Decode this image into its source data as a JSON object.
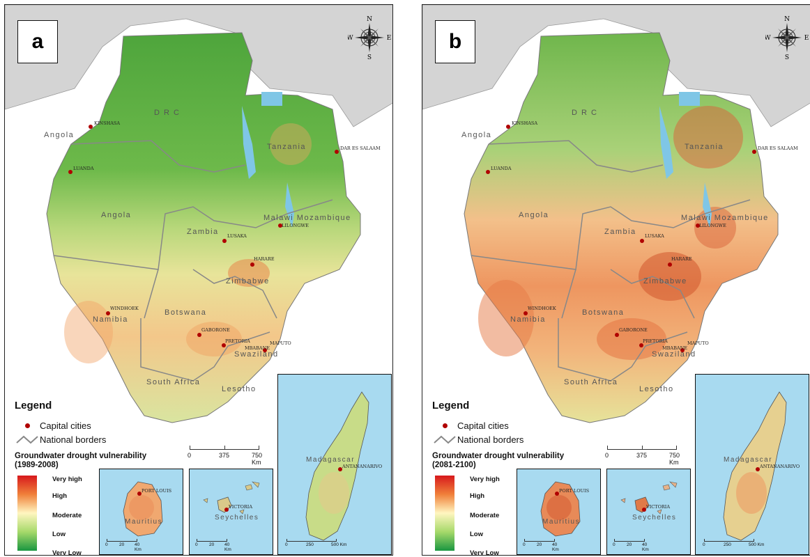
{
  "panels": [
    {
      "id": "a",
      "letter": "a",
      "period": "(1989-2008)",
      "scheme": "present"
    },
    {
      "id": "b",
      "letter": "b",
      "period": "(2081-2100)",
      "scheme": "future"
    }
  ],
  "compass": {
    "n": "N",
    "s": "S",
    "e": "E",
    "w": "W"
  },
  "countries": {
    "drc": "D R C",
    "angola_north": "Angola",
    "angola": "Angola",
    "tanzania": "Tanzania",
    "zambia": "Zambia",
    "malawi_mozambique": "Malawi Mozambique",
    "zimbabwe": "Zimbabwe",
    "botswana": "Botswana",
    "namibia": "Namibia",
    "swaziland": "Swaziland",
    "south_africa": "South Africa",
    "lesotho": "Lesotho",
    "madagascar": "Madagascar",
    "mauritius": "Mauritius",
    "seychelles": "Seychelles"
  },
  "cities": {
    "kinshasa": "KINSHASA",
    "luanda": "LUANDA",
    "dar_es_salaam": "DAR ES SALAAM",
    "lilongwe": "LILONGWE",
    "lusaka": "LUSAKA",
    "harare": "HARARE",
    "windhoek": "WINDHOEK",
    "gaborone": "GABORONE",
    "pretoria": "PRETORIA",
    "mbabane": "MBABANE",
    "maputo": "MAPUTO",
    "antananarivo": "ANTANANARIVO",
    "port_louis": "PORT LOUIS",
    "victoria": "VICTORIA"
  },
  "legend": {
    "title": "Legend",
    "capital_cities": "Capital cities",
    "national_borders": "National borders",
    "vulnerability_title": "Groundwater drought vulnerability",
    "levels": [
      "Very high",
      "High",
      "Moderate",
      "Low",
      "Very Low"
    ]
  },
  "scalebar_main": {
    "labels": [
      "0",
      "375",
      "750 Km"
    ]
  },
  "scalebar_mauritius": {
    "labels": [
      "0",
      "20",
      "40 Km"
    ]
  },
  "scalebar_seychelles": {
    "labels": [
      "0",
      "20",
      "40 Km"
    ]
  },
  "scalebar_madagascar": {
    "labels": [
      "0",
      "250",
      "500 Km"
    ]
  },
  "colors": {
    "very_high": "#d7191c",
    "high": "#f0803a",
    "moderate": "#fff6c0",
    "low": "#a6d96a",
    "very_low": "#1a9641",
    "ocean": "#a8daf0",
    "outside_land": "#d4d4d4",
    "capital": "#b00000"
  }
}
